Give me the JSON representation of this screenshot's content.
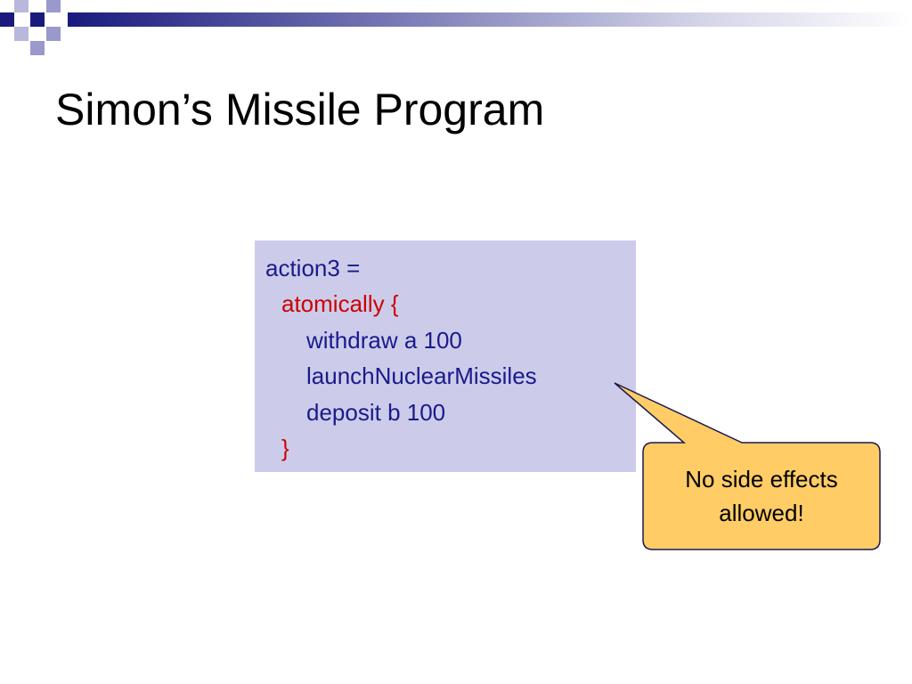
{
  "slide": {
    "title": "Simon’s Missile Program",
    "code_lines": [
      {
        "text": "action3 =",
        "color": "#1a1a8c"
      },
      {
        "text": "atomically {",
        "color": "#cc0000"
      },
      {
        "text": "withdraw a 100",
        "color": "#1a1a8c"
      },
      {
        "text": "launchNuclearMissiles",
        "color": "#1a1a8c"
      },
      {
        "text": "deposit b 100",
        "color": "#1a1a8c"
      },
      {
        "text": "}",
        "color": "#cc0000"
      }
    ],
    "callout": {
      "line1": "No side effects",
      "line2": "allowed!",
      "fill": "#ffcc66",
      "border": "#1a1a4d"
    },
    "colors": {
      "code_background": "#ccccea",
      "decoration_navy": "#1a1a7e",
      "decoration_light": "#9999cc"
    }
  }
}
